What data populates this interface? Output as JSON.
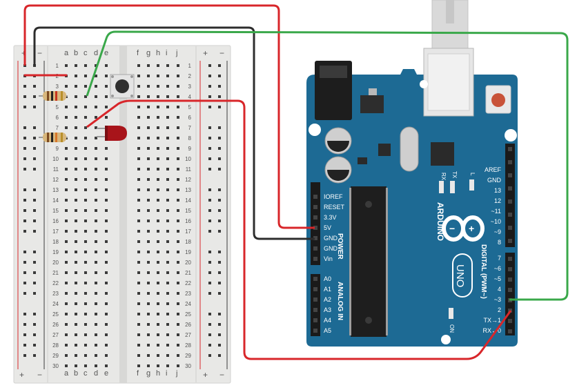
{
  "breadboard": {
    "column_letters_left": [
      "a",
      "b",
      "c",
      "d",
      "e"
    ],
    "column_letters_right": [
      "f",
      "g",
      "h",
      "i",
      "j"
    ],
    "rail_plus": "+",
    "rail_minus": "−",
    "row_numbers": [
      "1",
      "2",
      "3",
      "4",
      "5",
      "6",
      "7",
      "8",
      "9",
      "10",
      "11",
      "12",
      "13",
      "14",
      "15",
      "16",
      "17",
      "18",
      "19",
      "20",
      "21",
      "22",
      "23",
      "24",
      "25",
      "26",
      "27",
      "28",
      "29",
      "30"
    ]
  },
  "arduino": {
    "brand": "ARDUINO",
    "model": "UNO",
    "power_header_label": "POWER",
    "analog_header_label": "ANALOG IN",
    "digital_header_label": "DIGITAL (PWM~)",
    "power_pins": [
      "IOREF",
      "RESET",
      "3.3V",
      "5V",
      "GND",
      "GND",
      "Vin"
    ],
    "analog_pins": [
      "A0",
      "A1",
      "A2",
      "A3",
      "A4",
      "A5"
    ],
    "digital_upper_pins": [
      "AREF",
      "GND",
      "13",
      "12",
      "~11",
      "~10",
      "~9",
      "8"
    ],
    "digital_lower_pins": [
      "7",
      "~6",
      "~5",
      "4",
      "~3",
      "2",
      "TX→1",
      "RX←0"
    ],
    "led_labels": [
      "RX",
      "TX",
      "L"
    ],
    "on_label": "ON"
  },
  "colors": {
    "board_blue": "#1d6a94",
    "breadboard_body": "#e8e8e6",
    "wire_red": "#d8262a",
    "wire_black": "#2d2d2d",
    "wire_green": "#3aa84a",
    "led_red": "#a8141a"
  },
  "components": [
    "resistor-1",
    "resistor-2",
    "pushbutton",
    "red-led"
  ],
  "icons": [
    "arduino-infinity-logo"
  ]
}
